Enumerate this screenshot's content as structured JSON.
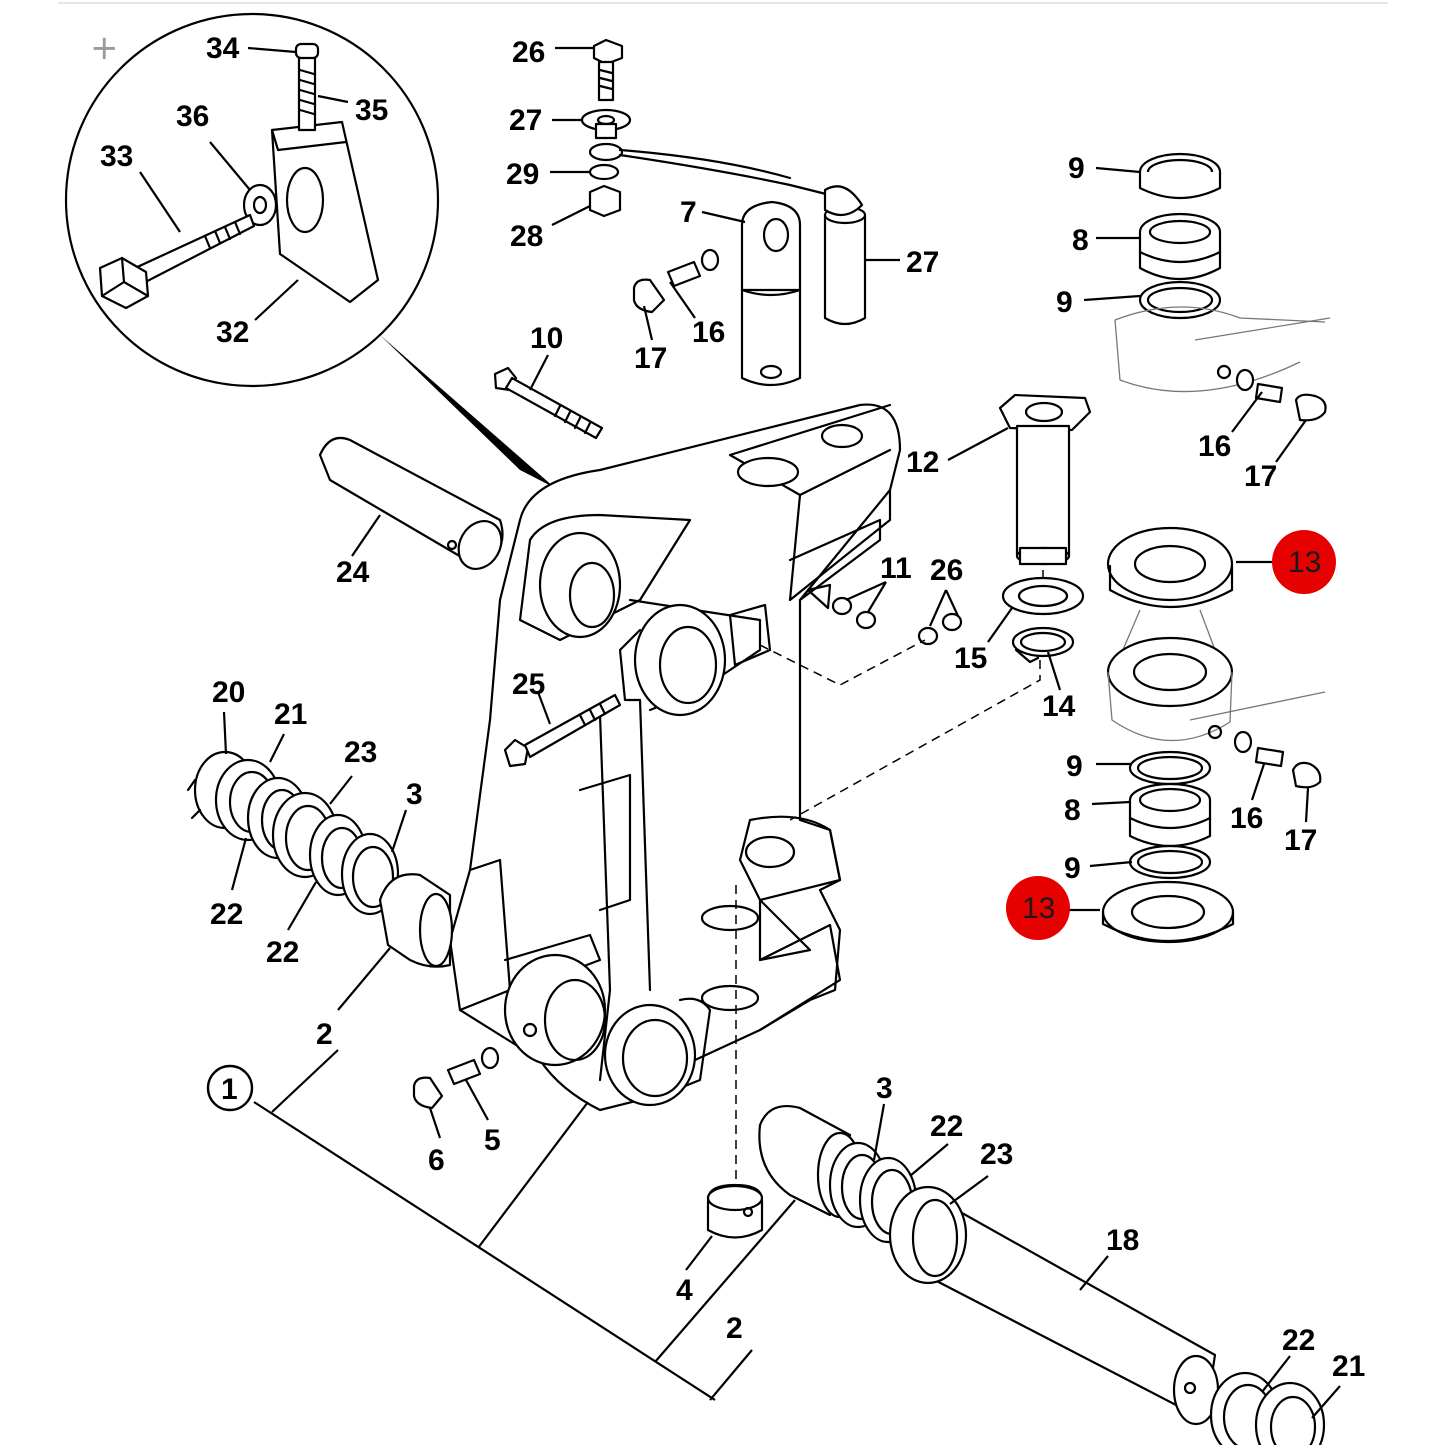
{
  "zoom": {
    "in_label": "+",
    "out_label": "−"
  },
  "callouts": {
    "c34": "34",
    "c35": "35",
    "c36": "36",
    "c33": "33",
    "c32": "32",
    "c26a": "26",
    "c27a": "27",
    "c29": "29",
    "c28": "28",
    "c7": "7",
    "c27b": "27",
    "c16a": "16",
    "c17a": "17",
    "c10": "10",
    "c24": "24",
    "c12": "12",
    "c11": "11",
    "c26b": "26",
    "c15": "15",
    "c14": "14",
    "c25": "25",
    "c9a": "9",
    "c8a": "8",
    "c9b": "9",
    "c16b": "16",
    "c17b": "17",
    "c9c": "9",
    "c8b": "8",
    "c9d": "9",
    "c16c": "16",
    "c17c": "17",
    "c20": "20",
    "c21a": "21",
    "c23a": "23",
    "c3a": "3",
    "c22a": "22",
    "c22b": "22",
    "c2a": "2",
    "c1": "1",
    "c5": "5",
    "c6": "6",
    "c3b": "3",
    "c22c": "22",
    "c23b": "23",
    "c18": "18",
    "c4": "4",
    "c2b": "2",
    "c22d": "22",
    "c21b": "21"
  },
  "highlighted": {
    "h13a": "13",
    "h13b": "13",
    "color": "#e60000"
  }
}
